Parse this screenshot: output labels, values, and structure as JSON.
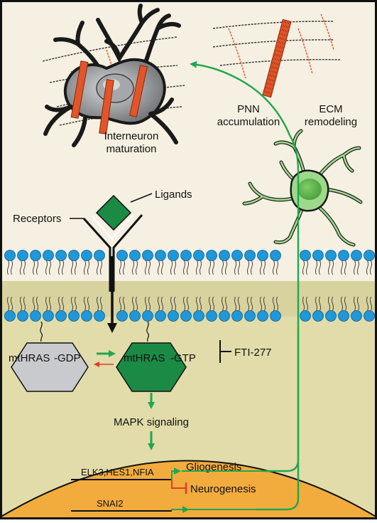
{
  "labels": {
    "interneuron_line1": "Interneuron",
    "interneuron_line2": "maturation",
    "pnn_line1": "PNN",
    "pnn_line2": "accumulation",
    "ecm_line1": "ECM",
    "ecm_line2": "remodeling",
    "ligands": "Ligands",
    "receptors": "Receptors",
    "mthras_gdp_name": "mtHRAS",
    "gdp_suffix": "-GDP",
    "mthras_gtp_name": "mtHRAS",
    "gtp_suffix": "-GTP",
    "inhibitor": "FTI-277",
    "mapk": "MAPK signaling",
    "tf_genes": "ELK3,HES1,NFIA",
    "snai2": "SNAI2",
    "gliogenesis": "Gliogenesis",
    "neurogenesis": "Neurogenesis"
  },
  "colors": {
    "background": "#f5f0e1",
    "membrane_band": "#d8d29e",
    "nucleus": "#f2ac3e",
    "arrow_green": "#21a74e",
    "inhibit_red": "#e3392b",
    "phospholipid_head": "#1f97d8",
    "ligand_green": "#1b8a45",
    "astrocyte_green": "#9ed98a",
    "gdp_hexagon": "#c8cacd",
    "gtp_hexagon": "#1b8a45",
    "interneuron_gray": "#8f9194",
    "fiber_orange": "#e2542a"
  },
  "icons": {
    "interneuron": "interneuron-icon",
    "astrocyte": "astrocyte-icon",
    "ecm_fiber": "ecm-fiber-icon"
  }
}
